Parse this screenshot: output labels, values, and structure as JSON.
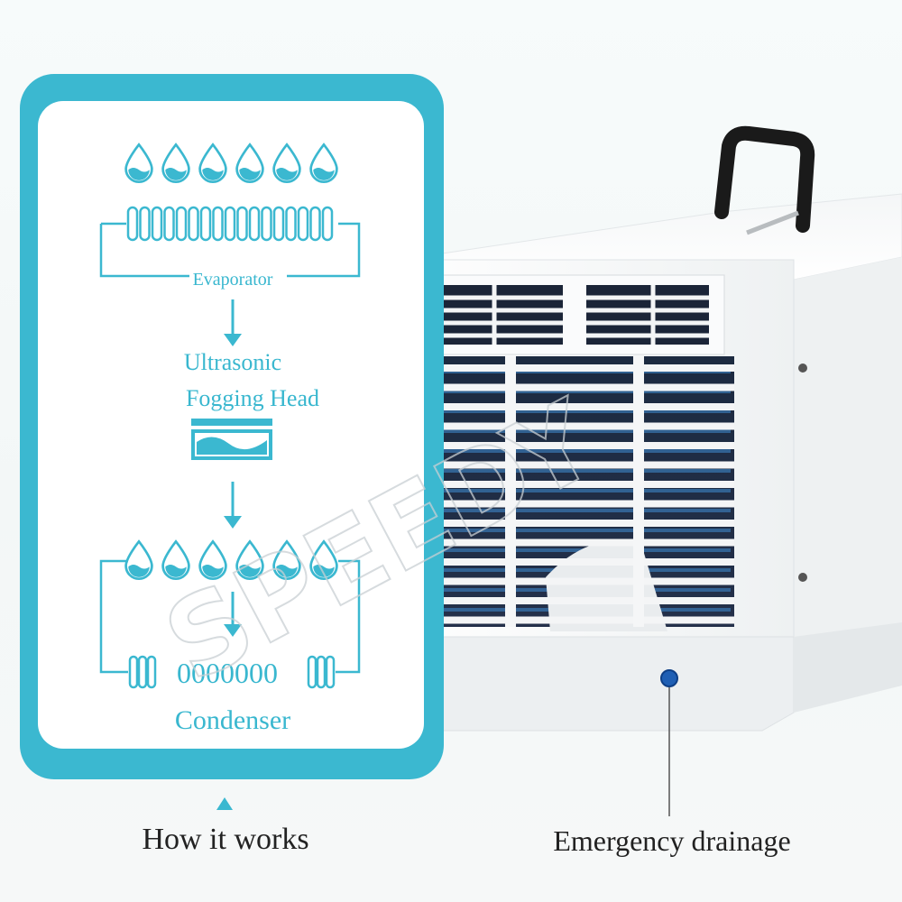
{
  "diagram": {
    "evaporator_label": "Evaporator",
    "fogging_label_line1": "Ultrasonic",
    "fogging_label_line2": "Fogging Head",
    "condenser_label": "Condenser",
    "condenser_coil_text": "0000000"
  },
  "captions": {
    "how_it_works": "How it works",
    "emergency_drainage": "Emergency drainage"
  },
  "watermark": "SPEEDY",
  "colors": {
    "accent": "#3bb8d0",
    "panel_bg": "#ffffff",
    "unit_body": "#ffffff",
    "drain_dot": "#1f5fb4"
  },
  "icons": {
    "droplet": "droplet-icon",
    "arrow": "arrow-down-icon",
    "triangle": "triangle-up-icon"
  }
}
